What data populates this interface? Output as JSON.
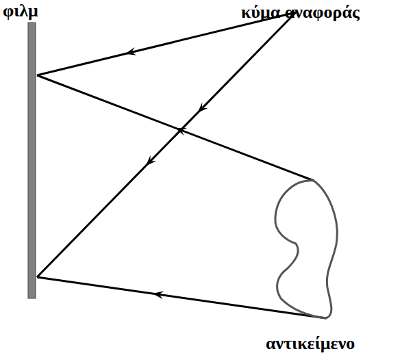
{
  "diagram": {
    "labels": [
      "φιλμ",
      "κύμα αναφοράς",
      "αντικείμενο"
    ]
  }
}
